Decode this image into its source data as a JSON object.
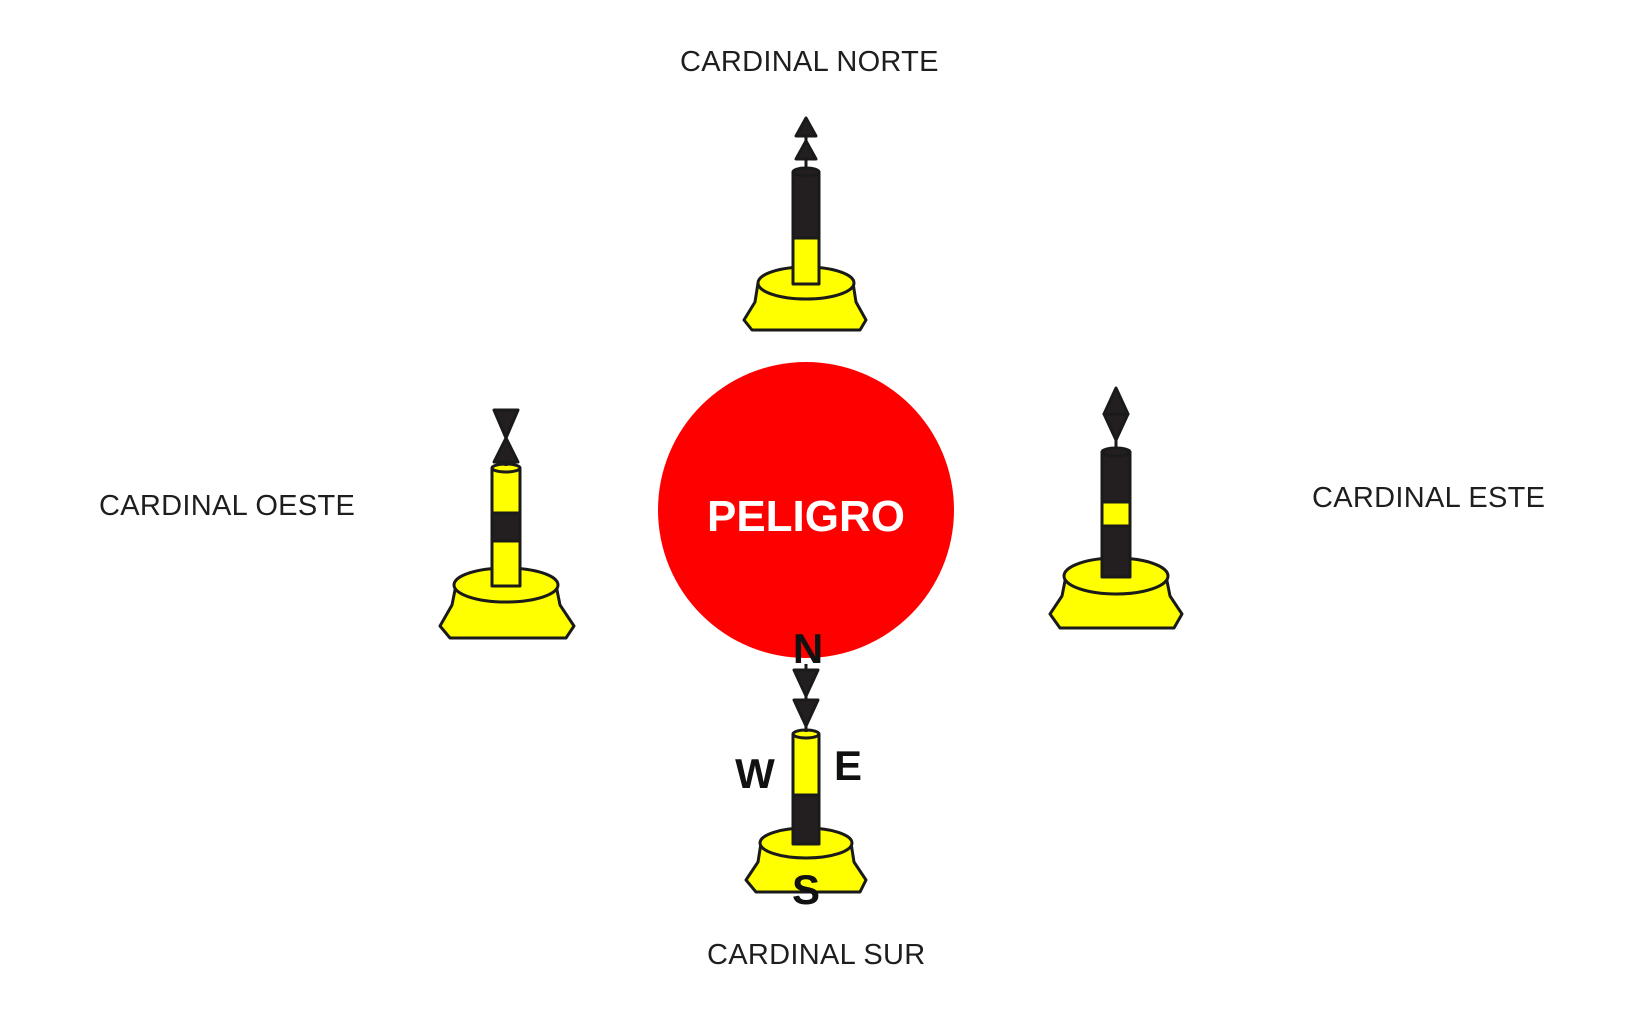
{
  "labels": {
    "north": "CARDINAL NORTE",
    "east": "CARDINAL ESTE",
    "south": "CARDINAL SUR",
    "west": "CARDINAL OESTE"
  },
  "danger": {
    "text": "PELIGRO",
    "color": "#ff0000",
    "text_color": "#ffffff"
  },
  "compass": {
    "n": "N",
    "e": "E",
    "s": "S",
    "w": "W"
  },
  "colors": {
    "buoy_yellow": "#ffff00",
    "buoy_black": "#231f20",
    "outline": "#1a1a1a"
  },
  "buoys": {
    "north": {
      "topmark": "two cones pointing up",
      "bands": "black over yellow"
    },
    "east": {
      "topmark": "two cones base to base",
      "bands": "black with yellow band"
    },
    "south": {
      "topmark": "two cones pointing down",
      "bands": "yellow over black"
    },
    "west": {
      "topmark": "two cones point to point",
      "bands": "yellow with black band"
    }
  }
}
